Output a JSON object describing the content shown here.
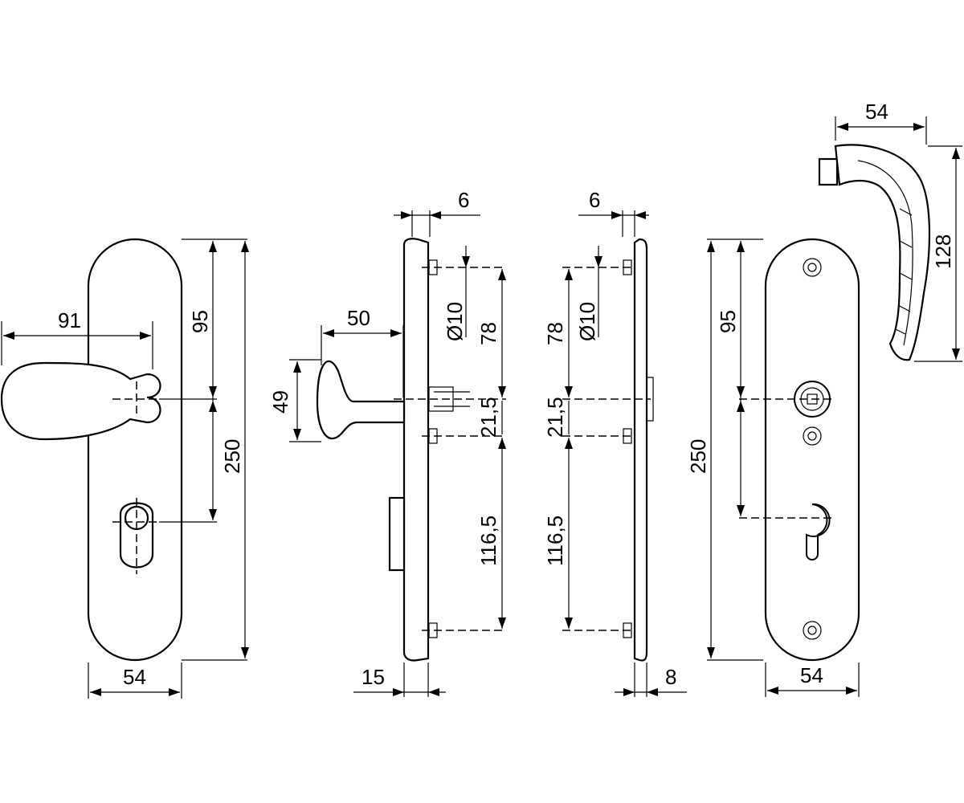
{
  "front_view_left": {
    "width": "54",
    "handle_projection": "91",
    "handle_to_cylinder": "95",
    "plate_length": "250"
  },
  "side_view_knob": {
    "knob_projection": "50",
    "knob_height": "49",
    "plate_thickness": "15",
    "spindle_offset": "6",
    "screw_diameter": "Ø10",
    "upper_screw_distance": "78",
    "center_offset": "21,5",
    "lower_screw_distance": "116,5"
  },
  "side_view_back": {
    "spindle_offset": "6",
    "screw_diameter": "Ø10",
    "upper_screw_distance": "78",
    "center_offset": "21,5",
    "lower_screw_distance": "116,5",
    "plate_thickness": "8"
  },
  "back_plate_view": {
    "handle_to_cylinder": "95",
    "plate_length": "250",
    "width": "54"
  },
  "lever_handle": {
    "width": "54",
    "height": "128"
  }
}
